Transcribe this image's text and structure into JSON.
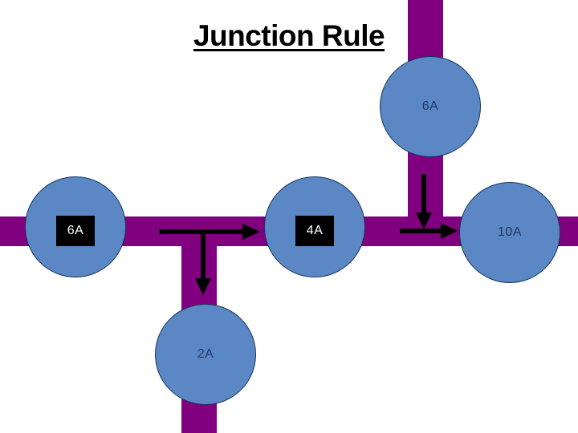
{
  "slide": {
    "title": "Junction Rule"
  },
  "colors": {
    "background": "#ffffff",
    "title-text": "#000000",
    "wire": "#800080",
    "node-fill": "#5b87c5",
    "node-border": "#17365d",
    "node-text": "#1f3864",
    "box-bg": "#000000",
    "box-text": "#ffffff",
    "arrow": "#000000"
  },
  "nodes": [
    {
      "id": "top",
      "label": "6A",
      "label_style": "plain"
    },
    {
      "id": "left",
      "label": "6A",
      "label_style": "black-box"
    },
    {
      "id": "middle",
      "label": "4A",
      "label_style": "black-box"
    },
    {
      "id": "right",
      "label": "10A",
      "label_style": "plain"
    },
    {
      "id": "bottom",
      "label": "2A",
      "label_style": "plain"
    }
  ],
  "arrows": [
    {
      "id": "left-junction-right",
      "direction": "right"
    },
    {
      "id": "left-junction-down",
      "direction": "down"
    },
    {
      "id": "right-junction-down",
      "direction": "down"
    },
    {
      "id": "right-junction-right",
      "direction": "right"
    }
  ]
}
